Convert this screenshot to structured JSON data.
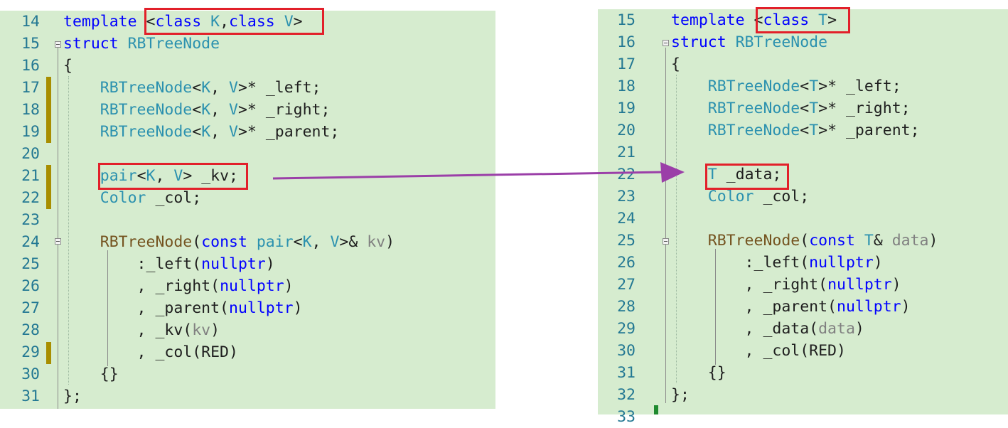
{
  "left": {
    "lines": [
      {
        "num": "14",
        "tokens": [
          {
            "t": "template ",
            "c": "kw"
          },
          {
            "t": "<"
          },
          {
            "t": "class ",
            "c": "kw"
          },
          {
            "t": "K",
            "c": "tp"
          },
          {
            "t": ","
          },
          {
            "t": "class ",
            "c": "kw"
          },
          {
            "t": "V",
            "c": "tp"
          },
          {
            "t": ">"
          }
        ]
      },
      {
        "num": "15",
        "tokens": [
          {
            "t": "struct ",
            "c": "kw"
          },
          {
            "t": "RBTreeNode",
            "c": "tp"
          }
        ]
      },
      {
        "num": "16",
        "tokens": [
          {
            "t": "{"
          }
        ]
      },
      {
        "num": "17",
        "tokens": [
          {
            "t": "    "
          },
          {
            "t": "RBTreeNode",
            "c": "tp"
          },
          {
            "t": "<"
          },
          {
            "t": "K",
            "c": "tp"
          },
          {
            "t": ", "
          },
          {
            "t": "V",
            "c": "tp"
          },
          {
            "t": ">* _left;"
          }
        ]
      },
      {
        "num": "18",
        "tokens": [
          {
            "t": "    "
          },
          {
            "t": "RBTreeNode",
            "c": "tp"
          },
          {
            "t": "<"
          },
          {
            "t": "K",
            "c": "tp"
          },
          {
            "t": ", "
          },
          {
            "t": "V",
            "c": "tp"
          },
          {
            "t": ">* _right;"
          }
        ]
      },
      {
        "num": "19",
        "tokens": [
          {
            "t": "    "
          },
          {
            "t": "RBTreeNode",
            "c": "tp"
          },
          {
            "t": "<"
          },
          {
            "t": "K",
            "c": "tp"
          },
          {
            "t": ", "
          },
          {
            "t": "V",
            "c": "tp"
          },
          {
            "t": ">* _parent;"
          }
        ]
      },
      {
        "num": "20",
        "tokens": []
      },
      {
        "num": "21",
        "tokens": [
          {
            "t": "    "
          },
          {
            "t": "pair",
            "c": "tp"
          },
          {
            "t": "<"
          },
          {
            "t": "K",
            "c": "tp"
          },
          {
            "t": ", "
          },
          {
            "t": "V",
            "c": "tp"
          },
          {
            "t": "> _kv;"
          }
        ]
      },
      {
        "num": "22",
        "tokens": [
          {
            "t": "    "
          },
          {
            "t": "Color",
            "c": "tp"
          },
          {
            "t": " _col;"
          }
        ]
      },
      {
        "num": "23",
        "tokens": []
      },
      {
        "num": "24",
        "tokens": [
          {
            "t": "    "
          },
          {
            "t": "RBTreeNode",
            "c": "fn"
          },
          {
            "t": "("
          },
          {
            "t": "const ",
            "c": "kw"
          },
          {
            "t": "pair",
            "c": "tp"
          },
          {
            "t": "<"
          },
          {
            "t": "K",
            "c": "tp"
          },
          {
            "t": ", "
          },
          {
            "t": "V",
            "c": "tp"
          },
          {
            "t": ">& "
          },
          {
            "t": "kv",
            "c": "pm"
          },
          {
            "t": ")"
          }
        ]
      },
      {
        "num": "25",
        "tokens": [
          {
            "t": "        :_left("
          },
          {
            "t": "nullptr",
            "c": "kw"
          },
          {
            "t": ")"
          }
        ]
      },
      {
        "num": "26",
        "tokens": [
          {
            "t": "        , _right("
          },
          {
            "t": "nullptr",
            "c": "kw"
          },
          {
            "t": ")"
          }
        ]
      },
      {
        "num": "27",
        "tokens": [
          {
            "t": "        , _parent("
          },
          {
            "t": "nullptr",
            "c": "kw"
          },
          {
            "t": ")"
          }
        ]
      },
      {
        "num": "28",
        "tokens": [
          {
            "t": "        , _kv("
          },
          {
            "t": "kv",
            "c": "pm"
          },
          {
            "t": ")"
          }
        ]
      },
      {
        "num": "29",
        "tokens": [
          {
            "t": "        , _col(RED)"
          }
        ]
      },
      {
        "num": "30",
        "tokens": [
          {
            "t": "    {}"
          }
        ]
      },
      {
        "num": "31",
        "tokens": [
          {
            "t": "};"
          }
        ]
      }
    ]
  },
  "right": {
    "lines": [
      {
        "num": "15",
        "tokens": [
          {
            "t": "template ",
            "c": "kw"
          },
          {
            "t": "<"
          },
          {
            "t": "class ",
            "c": "kw"
          },
          {
            "t": "T",
            "c": "tp"
          },
          {
            "t": ">"
          }
        ]
      },
      {
        "num": "16",
        "tokens": [
          {
            "t": "struct ",
            "c": "kw"
          },
          {
            "t": "RBTreeNode",
            "c": "tp"
          }
        ]
      },
      {
        "num": "17",
        "tokens": [
          {
            "t": "{"
          }
        ]
      },
      {
        "num": "18",
        "tokens": [
          {
            "t": "    "
          },
          {
            "t": "RBTreeNode",
            "c": "tp"
          },
          {
            "t": "<"
          },
          {
            "t": "T",
            "c": "tp"
          },
          {
            "t": ">* _left;"
          }
        ]
      },
      {
        "num": "19",
        "tokens": [
          {
            "t": "    "
          },
          {
            "t": "RBTreeNode",
            "c": "tp"
          },
          {
            "t": "<"
          },
          {
            "t": "T",
            "c": "tp"
          },
          {
            "t": ">* _right;"
          }
        ]
      },
      {
        "num": "20",
        "tokens": [
          {
            "t": "    "
          },
          {
            "t": "RBTreeNode",
            "c": "tp"
          },
          {
            "t": "<"
          },
          {
            "t": "T",
            "c": "tp"
          },
          {
            "t": ">* _parent;"
          }
        ]
      },
      {
        "num": "21",
        "tokens": []
      },
      {
        "num": "22",
        "tokens": [
          {
            "t": "    "
          },
          {
            "t": "T",
            "c": "tp"
          },
          {
            "t": " _data;"
          }
        ]
      },
      {
        "num": "23",
        "tokens": [
          {
            "t": "    "
          },
          {
            "t": "Color",
            "c": "tp"
          },
          {
            "t": " _col;"
          }
        ]
      },
      {
        "num": "24",
        "tokens": []
      },
      {
        "num": "25",
        "tokens": [
          {
            "t": "    "
          },
          {
            "t": "RBTreeNode",
            "c": "fn"
          },
          {
            "t": "("
          },
          {
            "t": "const ",
            "c": "kw"
          },
          {
            "t": "T",
            "c": "tp"
          },
          {
            "t": "& "
          },
          {
            "t": "data",
            "c": "pm"
          },
          {
            "t": ")"
          }
        ]
      },
      {
        "num": "26",
        "tokens": [
          {
            "t": "        :_left("
          },
          {
            "t": "nullptr",
            "c": "kw"
          },
          {
            "t": ")"
          }
        ]
      },
      {
        "num": "27",
        "tokens": [
          {
            "t": "        , _right("
          },
          {
            "t": "nullptr",
            "c": "kw"
          },
          {
            "t": ")"
          }
        ]
      },
      {
        "num": "28",
        "tokens": [
          {
            "t": "        , _parent("
          },
          {
            "t": "nullptr",
            "c": "kw"
          },
          {
            "t": ")"
          }
        ]
      },
      {
        "num": "29",
        "tokens": [
          {
            "t": "        , _data("
          },
          {
            "t": "data",
            "c": "pm"
          },
          {
            "t": ")"
          }
        ]
      },
      {
        "num": "30",
        "tokens": [
          {
            "t": "        , _col(RED)"
          }
        ]
      },
      {
        "num": "31",
        "tokens": [
          {
            "t": "    {}"
          }
        ]
      },
      {
        "num": "32",
        "tokens": [
          {
            "t": "};"
          }
        ]
      },
      {
        "num": "33",
        "tokens": []
      }
    ]
  },
  "colors": {
    "keyword": "#0000ff",
    "type": "#2b91af",
    "function": "#74531f",
    "parameter": "#808080",
    "line_number": "#237893",
    "background": "#d6eccf",
    "highlight_box": "#e2202a",
    "arrow": "#9b3fa8"
  }
}
